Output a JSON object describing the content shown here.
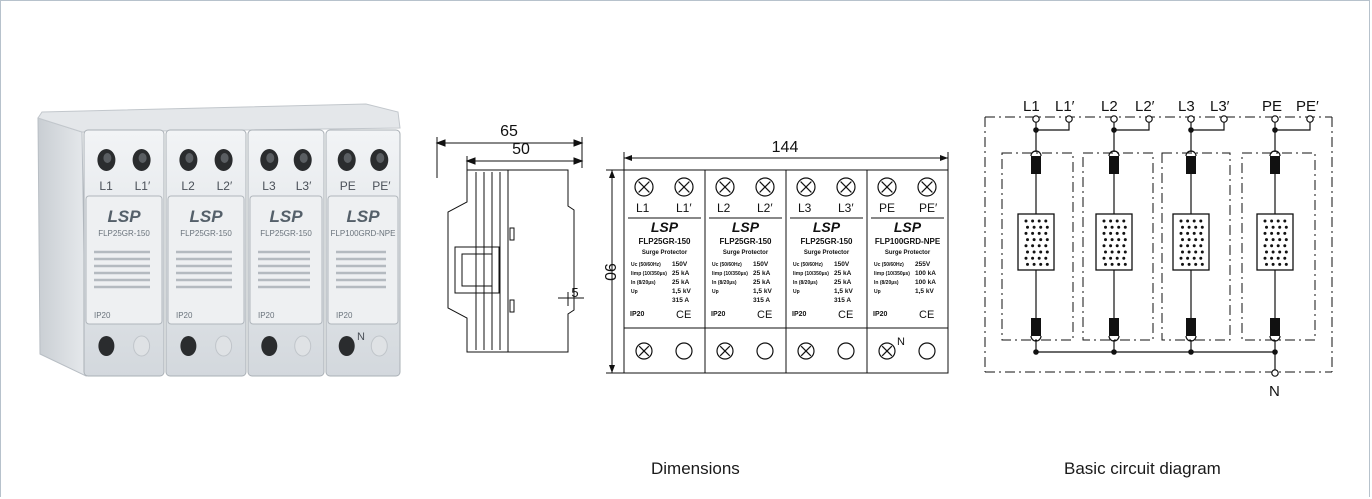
{
  "dimensions": {
    "caption": "Dimensions",
    "side": {
      "w65": "65",
      "w50": "50",
      "h90": "90",
      "d5": "5"
    },
    "front": {
      "width": "144",
      "modules": [
        {
          "t1": "L1",
          "t2": "L1′",
          "model": "FLP25GR-150",
          "sub": "Surge Protector",
          "v1": "150V",
          "v2": "25 kA",
          "v3": "25 kA",
          "v4": "1,5 kV",
          "v5": "315 A",
          "ip": "IP20",
          "bottomN": ""
        },
        {
          "t1": "L2",
          "t2": "L2′",
          "model": "FLP25GR-150",
          "sub": "Surge Protector",
          "v1": "150V",
          "v2": "25 kA",
          "v3": "25 kA",
          "v4": "1,5 kV",
          "v5": "315 A",
          "ip": "IP20",
          "bottomN": ""
        },
        {
          "t1": "L3",
          "t2": "L3′",
          "model": "FLP25GR-150",
          "sub": "Surge Protector",
          "v1": "150V",
          "v2": "25 kA",
          "v3": "25 kA",
          "v4": "1,5 kV",
          "v5": "315 A",
          "ip": "IP20",
          "bottomN": ""
        },
        {
          "t1": "PE",
          "t2": "PE′",
          "model": "FLP100GRD-NPE",
          "sub": "Surge Protector",
          "v1": "255V",
          "v2": "100 kA",
          "v3": "100 kA",
          "v4": "1,5 kV",
          "v5": "",
          "ip": "IP20",
          "bottomN": "N"
        }
      ],
      "brand": "LSP",
      "ce": "CE"
    }
  },
  "circuit": {
    "caption": "Basic circuit diagram",
    "terminals": [
      "L1",
      "L1′",
      "L2",
      "L2′",
      "L3",
      "L3′",
      "PE",
      "PE′"
    ],
    "neutral": "N"
  },
  "photo": {
    "brand": "LSP",
    "labels": [
      "L1",
      "L1′",
      "L2",
      "L2′",
      "L3",
      "L3′",
      "PE",
      "PE′"
    ],
    "models": [
      "FLP25GR-150",
      "FLP25GR-150",
      "FLP25GR-150",
      "FLP100GRD-NPE"
    ],
    "ip": "IP20",
    "n": "N"
  }
}
